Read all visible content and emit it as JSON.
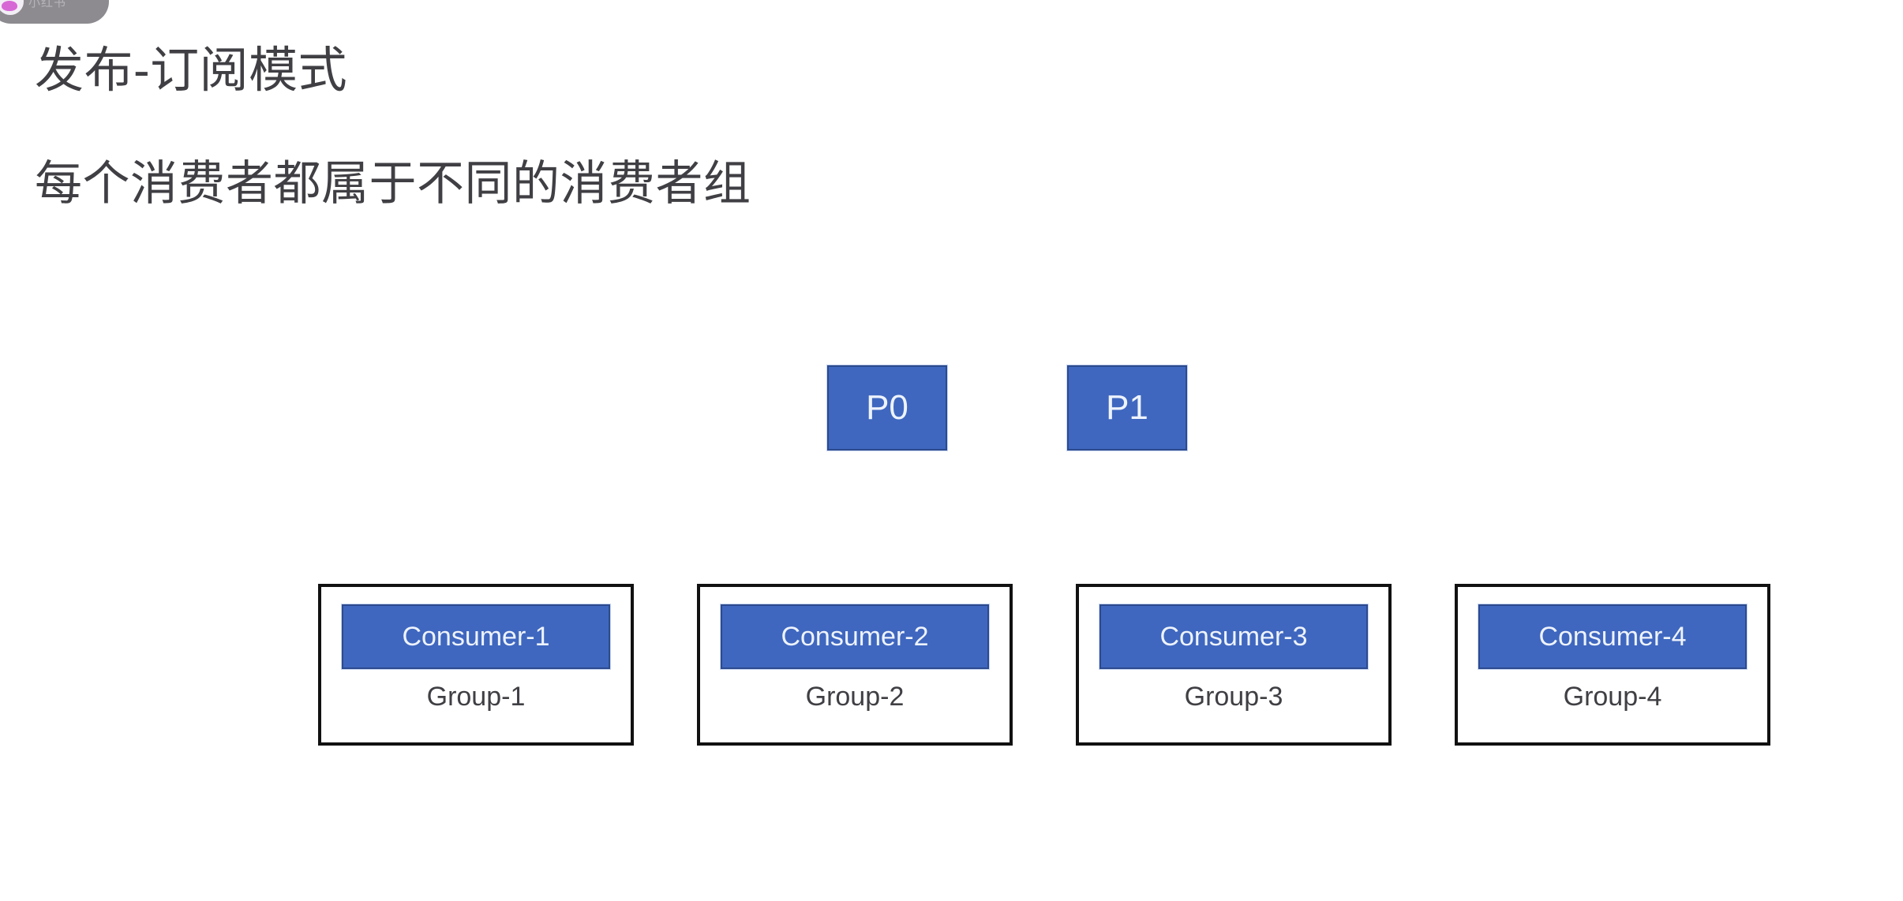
{
  "watermark": {
    "icon": "avatar-circle-icon",
    "text": "小红书"
  },
  "slide": {
    "title": "发布-订阅模式",
    "subtitle": "每个消费者都属于不同的消费者组"
  },
  "colors": {
    "box_fill": "#3f67bf",
    "box_border": "#2c4a8e",
    "box_text": "#eef3fc",
    "group_border": "#111111",
    "heading_text": "#3f3f44",
    "background": "#ffffff",
    "watermark_pill": "#8d8b90"
  },
  "partitions": [
    {
      "label": "P0"
    },
    {
      "label": "P1"
    }
  ],
  "consumer_groups": [
    {
      "consumer": "Consumer-1",
      "group": "Group-1"
    },
    {
      "consumer": "Consumer-2",
      "group": "Group-2"
    },
    {
      "consumer": "Consumer-3",
      "group": "Group-3"
    },
    {
      "consumer": "Consumer-4",
      "group": "Group-4"
    }
  ]
}
